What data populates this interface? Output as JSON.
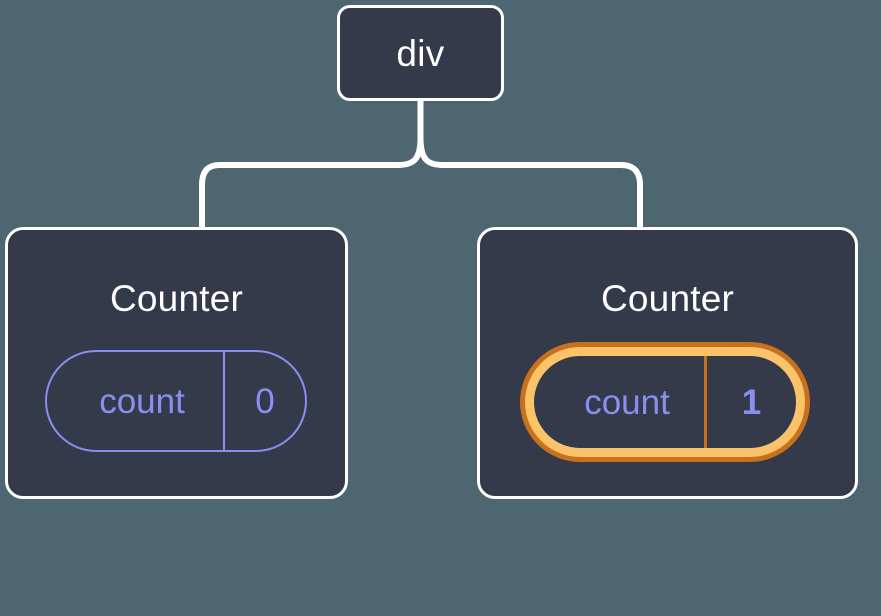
{
  "diagram": {
    "type": "component-tree",
    "background_color": "#4d6671",
    "node_fill_color": "#343a49",
    "node_border_color": "#ffffff",
    "accent_color": "#8a8ef0",
    "highlight_color": "#fac36a",
    "highlight_outline_color": "#c8711d",
    "root": {
      "label": "div"
    },
    "children": [
      {
        "title": "Counter",
        "state": {
          "key": "count",
          "value": "0"
        },
        "highlighted": false
      },
      {
        "title": "Counter",
        "state": {
          "key": "count",
          "value": "1"
        },
        "highlighted": true,
        "sparkles": [
          "sparkle-large",
          "sparkle-small"
        ]
      }
    ]
  }
}
